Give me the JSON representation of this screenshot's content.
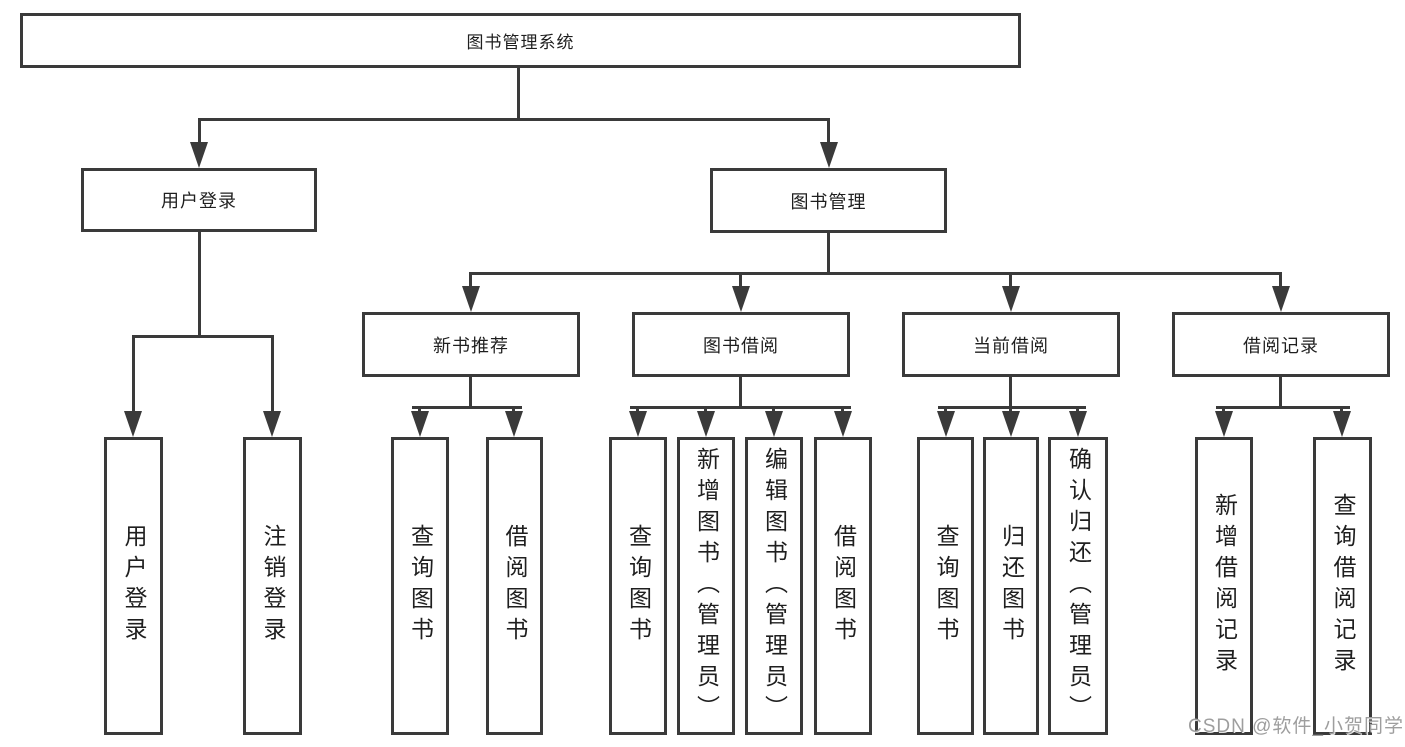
{
  "diagram": {
    "title": "图书管理系统",
    "type": "hierarchy-tree",
    "nodes": {
      "root": {
        "label": "图书管理系统"
      },
      "level2": [
        {
          "id": "user-login",
          "label": "用户登录",
          "parent": "图书管理系统"
        },
        {
          "id": "book-management",
          "label": "图书管理",
          "parent": "图书管理系统"
        }
      ],
      "level3": [
        {
          "id": "new-book-recommend",
          "label": "新书推荐",
          "parent": "图书管理"
        },
        {
          "id": "book-borrowing",
          "label": "图书借阅",
          "parent": "图书管理"
        },
        {
          "id": "current-borrowing",
          "label": "当前借阅",
          "parent": "图书管理"
        },
        {
          "id": "borrowing-records",
          "label": "借阅记录",
          "parent": "图书管理"
        }
      ],
      "leaves": [
        {
          "id": "leaf-user-login",
          "label": "用户登录",
          "parent": "用户登录"
        },
        {
          "id": "leaf-logout",
          "label": "注销登录",
          "parent": "用户登录"
        },
        {
          "id": "leaf-query-books-recommend",
          "label": "查询图书",
          "parent": "新书推荐"
        },
        {
          "id": "leaf-borrow-books-recommend",
          "label": "借阅图书",
          "parent": "新书推荐"
        },
        {
          "id": "leaf-query-books-borrowing",
          "label": "查询图书",
          "parent": "图书借阅"
        },
        {
          "id": "leaf-add-books-admin",
          "label": "新增图书（管理员）",
          "parent": "图书借阅"
        },
        {
          "id": "leaf-edit-books-admin",
          "label": "编辑图书（管理员）",
          "parent": "图书借阅"
        },
        {
          "id": "leaf-borrow-books-borrowing",
          "label": "借阅图书",
          "parent": "图书借阅"
        },
        {
          "id": "leaf-query-books-current",
          "label": "查询图书",
          "parent": "当前借阅"
        },
        {
          "id": "leaf-return-books",
          "label": "归还图书",
          "parent": "当前借阅"
        },
        {
          "id": "leaf-confirm-return-admin",
          "label": "确认归还（管理员）",
          "parent": "当前借阅"
        },
        {
          "id": "leaf-add-borrow-record",
          "label": "新增借阅记录",
          "parent": "借阅记录"
        },
        {
          "id": "leaf-query-borrow-record",
          "label": "查询借阅记录",
          "parent": "借阅记录"
        }
      ]
    },
    "colors": {
      "line": "#3a3a3a",
      "text": "#1f1f1f",
      "background": "#ffffff",
      "watermark": "#9e9e9e"
    }
  },
  "watermark": {
    "text": "CSDN @软件_小贺同学"
  }
}
